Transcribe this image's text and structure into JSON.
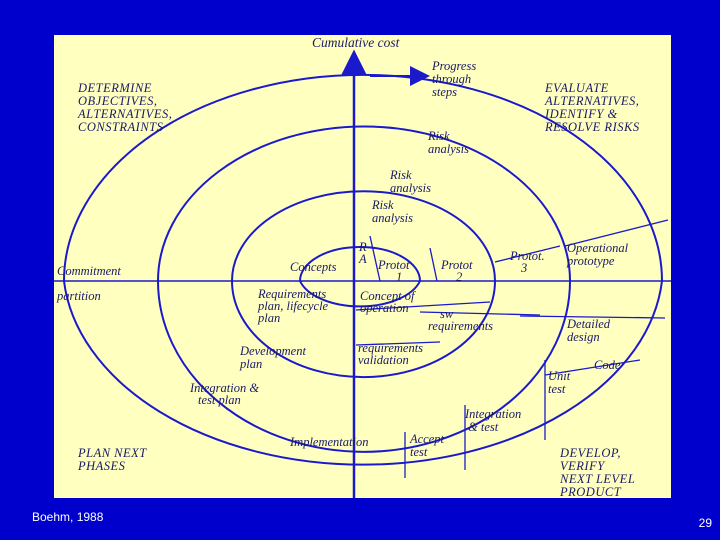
{
  "source_citation": "Boehm, 1988",
  "page_number": "29",
  "diagram": {
    "title": "Cumulative cost",
    "progress_label": [
      "Progress",
      "through",
      "steps"
    ],
    "quadrants": {
      "top_left": [
        "DETERMINE",
        "OBJECTIVES,",
        "ALTERNATIVES,",
        "CONSTRAINTS"
      ],
      "top_right": [
        "EVALUATE",
        "ALTERNATIVES,",
        "IDENTIFY &",
        "RESOLVE RISKS"
      ],
      "bottom_left": [
        "PLAN NEXT",
        "PHASES"
      ],
      "bottom_right": [
        "DEVELOP,",
        "VERIFY",
        "NEXT LEVEL",
        "PRODUCT"
      ]
    },
    "axis_labels": {
      "commitment": "Commitment",
      "partition": "partition"
    },
    "risk_analysis": [
      [
        "Risk",
        "analysis"
      ],
      [
        "Risk",
        "analysis"
      ],
      [
        "Risk",
        "analysis"
      ],
      [
        "R",
        "A"
      ]
    ],
    "prototypes": [
      [
        "Protot",
        "1"
      ],
      [
        "Protot",
        "2"
      ],
      [
        "Protot.",
        "3"
      ],
      [
        "Operational",
        "prototype"
      ]
    ],
    "concepts": "Concepts",
    "left_plans": [
      [
        "Requirements",
        "plan, lifecycle",
        "plan"
      ],
      [
        "Development",
        "plan"
      ],
      [
        "Integration &",
        "test plan"
      ]
    ],
    "lower_right": {
      "concept_of_operation": [
        "Concept of",
        "operation"
      ],
      "sw_requirements": [
        "sw",
        "requirements"
      ],
      "requirements_validation": [
        "requirements",
        "validation"
      ],
      "detailed_design": [
        "Detailed",
        "design"
      ],
      "code": "Code",
      "unit_test": [
        "Unit",
        "test"
      ],
      "integration_test": [
        "Integration",
        "& test"
      ],
      "acceptance_test": [
        "Accept",
        "test"
      ],
      "implementation": "Implementation"
    }
  },
  "colors": {
    "background": "#0000cc",
    "panel": "#ffffc0",
    "line": "#1a1acc",
    "text": "#1a1a66"
  }
}
